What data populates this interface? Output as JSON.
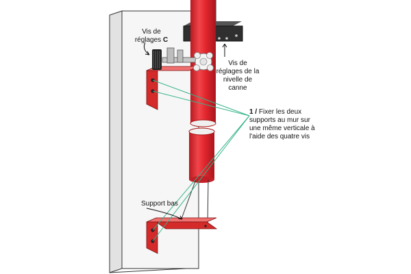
{
  "labels": {
    "adjust_screws_line1": "Vis de",
    "adjust_screws_line2": "réglages",
    "adjust_screws_letter": "C",
    "rod_level_line1": "Vis de",
    "rod_level_line2": "réglages de la",
    "rod_level_line3": "nivelle de",
    "rod_level_line4": "canne",
    "step_number": "1 /",
    "step_line1": "Fixer les deux",
    "step_line2": "supports au mur sur",
    "step_line3": "une même verticale à",
    "step_line4": "l'aide des quatre vis",
    "bottom_support": "Support bas"
  },
  "colors": {
    "rod_red": "#e3262e",
    "bracket_red": "#d42a2a",
    "wall_fill": "#f6f6f6",
    "wall_side": "#e2e2e2",
    "green_line": "#35b38a",
    "dark_block": "#2f2f2f"
  }
}
